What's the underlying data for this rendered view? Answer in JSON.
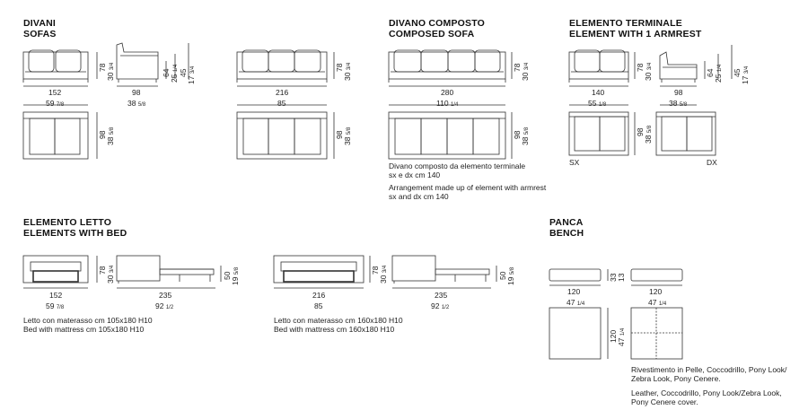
{
  "sections": {
    "sofas": {
      "title_it": "DIVANI",
      "title_en": "SOFAS"
    },
    "composed": {
      "title_it": "DIVANO COMPOSTO",
      "title_en": "COMPOSED SOFA"
    },
    "terminal": {
      "title_it": "ELEMENTO TERMINALE",
      "title_en": "ELEMENT WITH 1 ARMREST"
    },
    "bed": {
      "title_it": "ELEMENTO LETTO",
      "title_en": "ELEMENTS WITH BED"
    },
    "bench": {
      "title_it": "PANCA",
      "title_en": "BENCH"
    }
  },
  "dims": {
    "s152": "152",
    "s152i": "59",
    "s152f": "7/8",
    "h78": "78",
    "h30": "30",
    "h30f": "3/4",
    "d98": "98",
    "d38": "38",
    "d38f": "5/8",
    "h64": "64",
    "h25": "25",
    "h25f": "1/4",
    "h45": "45",
    "h17": "17",
    "h17f": "3/4",
    "s216": "216",
    "s216i": "85",
    "s280": "280",
    "s280i": "110",
    "s280f": "1/4",
    "s140": "140",
    "s140i": "55",
    "s140f": "1/8",
    "sx": "SX",
    "dx": "DX",
    "b235": "235",
    "b92": "92",
    "b92f": "1/2",
    "h50": "50",
    "h19": "19",
    "h19f": "5/8",
    "p120": "120",
    "p47": "47",
    "p47f": "1/4",
    "p33": "33",
    "p13": "13"
  },
  "notes": {
    "composed_it_1": "Divano composto da elemento terminale",
    "composed_it_2": "sx e dx cm 140",
    "composed_en_1": "Arrangement made up of element with armrest",
    "composed_en_2": "sx and dx cm 140",
    "bed152_it": "Letto con materasso cm 105x180 H10",
    "bed152_en": "Bed with mattress cm 105x180 H10",
    "bed216_it": "Letto con materasso cm 160x180 H10",
    "bed216_en": "Bed with mattress cm 160x180 H10",
    "bench_it_1": "Rivestimento in Pelle, Coccodrillo, Pony Look/",
    "bench_it_2": "Zebra Look, Pony Cenere.",
    "bench_en_1": "Leather, Coccodrillo, Pony Look/Zebra Look,",
    "bench_en_2": "Pony Cenere cover."
  }
}
